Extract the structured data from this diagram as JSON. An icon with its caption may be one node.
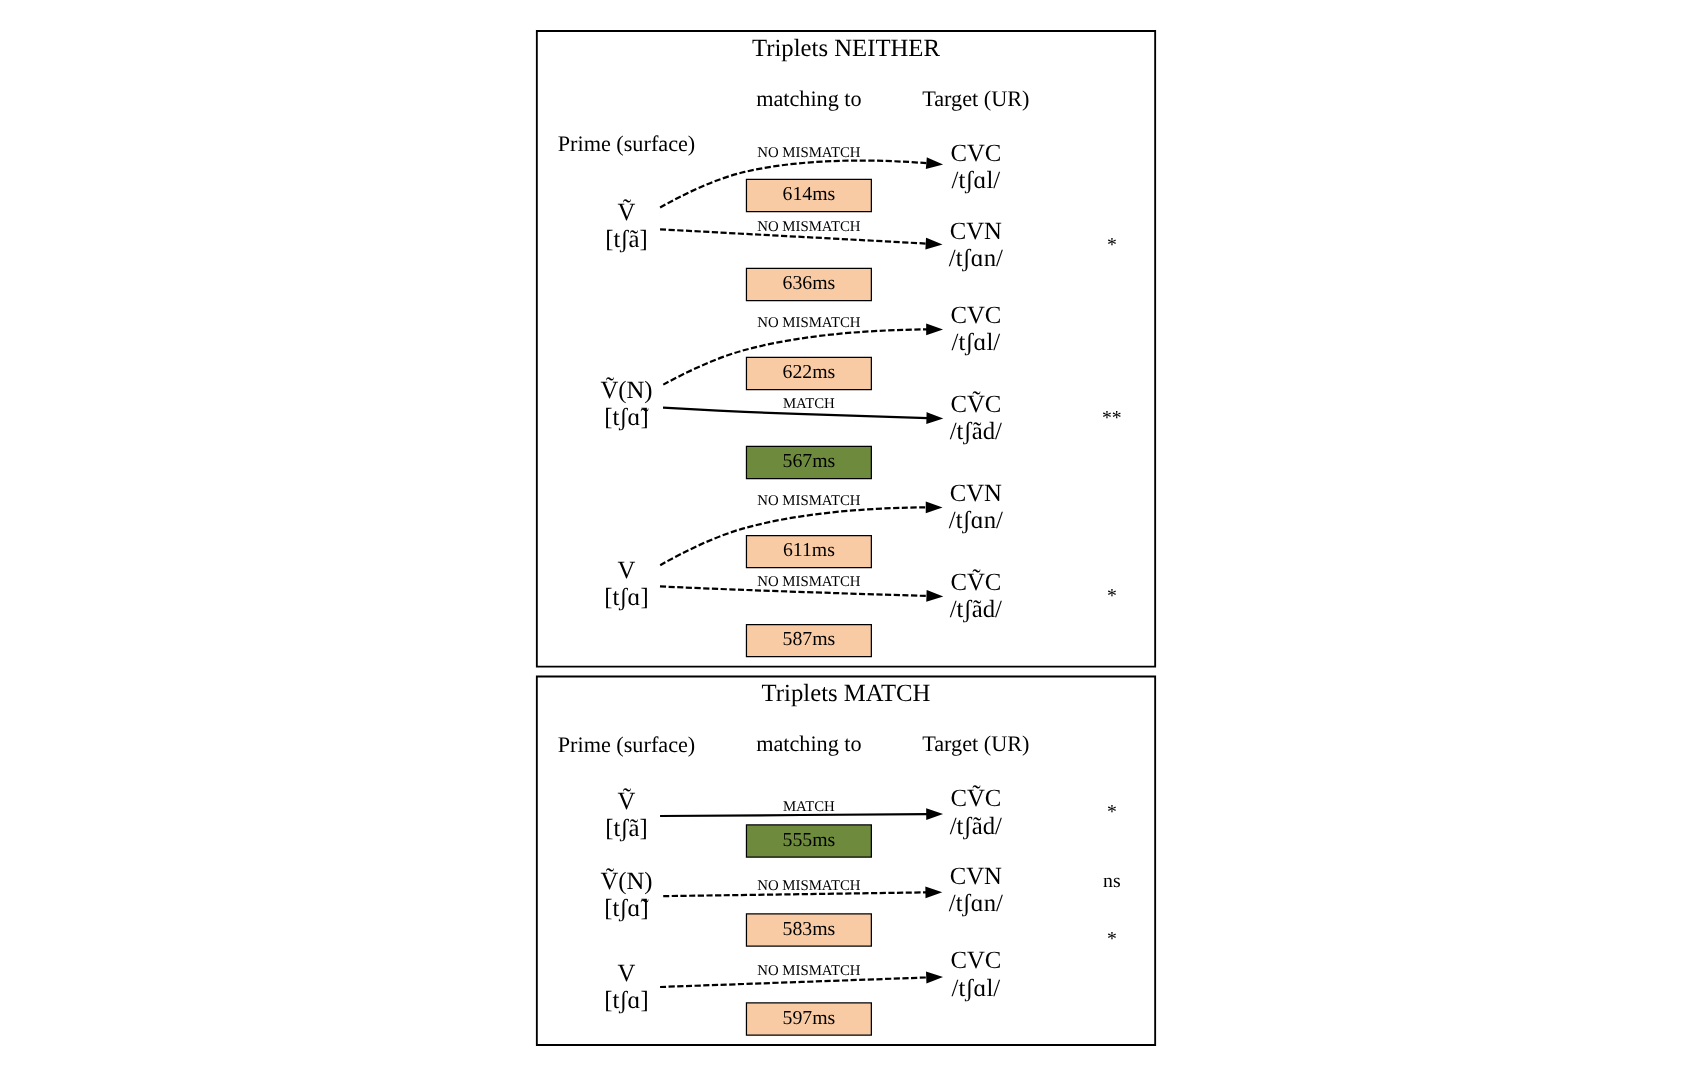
{
  "diagram": {
    "nodes": [
      {
        "text": [
          "Triplets MATCH"
        ]
      },
      {
        "text": [
          "Ṽ",
          "[tʃã]"
        ],
        "in": 0
      },
      {
        "text": [
          "555ms"
        ],
        "in": 0
      },
      {
        "text": [
          "CṼC",
          "/tʃãd/"
        ],
        "in": 0
      },
      {
        "text": [
          "Ṽ(N)",
          "[tʃɑ̃]"
        ],
        "in": 0
      },
      {
        "text": [
          "583ms"
        ],
        "in": 0
      },
      {
        "text": [
          "CVN",
          "/tʃɑn/"
        ],
        "in": 0
      },
      {
        "text": [
          "V",
          "[tʃɑ]"
        ],
        "in": 0
      },
      {
        "text": [
          "597ms"
        ],
        "in": 0
      },
      {
        "text": [
          "CVC",
          "/tʃɑl/"
        ],
        "in": 0
      },
      {
        "text": [
          "Triplets NEITHER"
        ]
      },
      {
        "text": [
          "636ms"
        ],
        "in": 10
      },
      {
        "text": [
          "CVN",
          "/tʃɑn/"
        ],
        "in": 10
      },
      {
        "text": [
          "Ṽ",
          "[tʃã]"
        ],
        "in": 10
      },
      {
        "text": [
          "614ms"
        ],
        "in": 10
      },
      {
        "text": [
          "CVC",
          "/tʃɑl/"
        ],
        "in": 10
      },
      {
        "text": [
          "567ms"
        ],
        "in": 10
      },
      {
        "text": [
          "CṼC",
          "/tʃãd/"
        ],
        "in": 10
      },
      {
        "text": [
          "Ṽ(N)",
          "[tʃɑ̃]"
        ],
        "in": 10
      },
      {
        "text": [
          "622ms"
        ],
        "in": 10
      },
      {
        "text": [
          "CVC",
          "/tʃɑl/"
        ],
        "in": 10
      },
      {
        "text": [
          "587ms"
        ],
        "in": 10
      },
      {
        "text": [
          "CṼC",
          "/tʃãd/"
        ],
        "in": 10
      },
      {
        "text": [
          "V",
          "[tʃɑ]"
        ],
        "in": 10
      },
      {
        "text": [
          "611ms"
        ],
        "in": 10
      },
      {
        "text": [
          "CVN",
          "/tʃɑn/"
        ],
        "in": 10
      }
    ],
    "edges": [
      {
        "from": 1,
        "to": 3,
        "arrow": "to",
        "label": "MATCH"
      },
      {
        "from": 4,
        "to": 6,
        "arrow": "to",
        "label": "NO MISMATCH",
        "style": "dashed"
      },
      {
        "from": 7,
        "to": 9,
        "arrow": "to",
        "label": "NO MISMATCH",
        "style": "dashed"
      },
      {
        "from": 13,
        "to": 12,
        "arrow": "to",
        "label": "NO MISMATCH",
        "style": "dashed"
      },
      {
        "from": 13,
        "to": 15,
        "arrow": "to",
        "label": "NO MISMATCH",
        "style": "dashed"
      },
      {
        "from": 18,
        "to": 17,
        "arrow": "to",
        "label": "MATCH"
      },
      {
        "from": 18,
        "to": 20,
        "arrow": "to",
        "label": "NO MISMATCH",
        "style": "dashed"
      },
      {
        "from": 23,
        "to": 22,
        "arrow": "to",
        "label": "NO MISMATCH",
        "style": "dashed"
      },
      {
        "from": 23,
        "to": 25,
        "arrow": "to",
        "label": "NO MISMATCH",
        "style": "dashed"
      }
    ],
    "labels": [
      "Prime (surface)",
      "matching to",
      "Target (UR)",
      "Prime (surface)",
      "matching to",
      "Target (UR)",
      "*",
      "*",
      "ns",
      "*",
      "**",
      "*"
    ]
  }
}
